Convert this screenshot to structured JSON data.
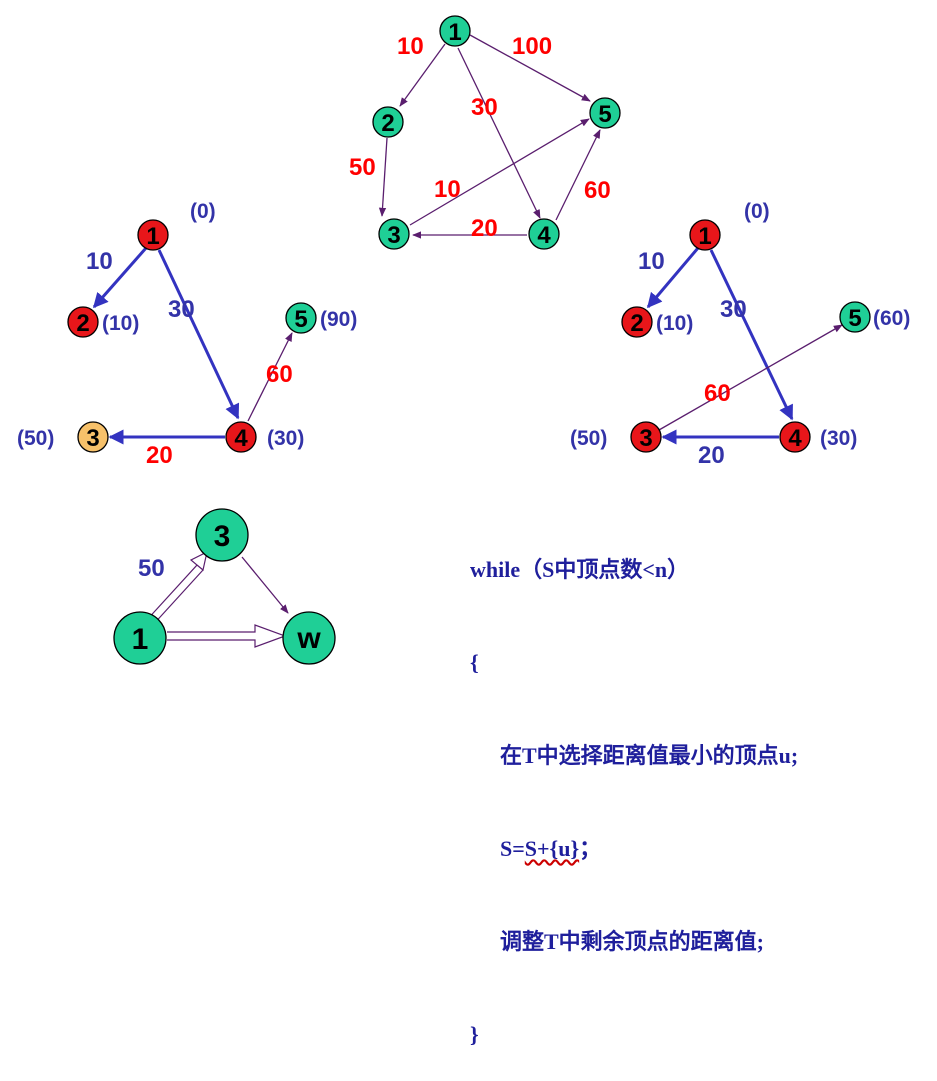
{
  "colors": {
    "green": "#1fcf96",
    "red": "#e8161a",
    "orange": "#f7c16a",
    "edge_thin": "#5a1e6e",
    "edge_blue": "#3333c0",
    "weight_red": "#ff0000",
    "weight_blue": "#3333a8"
  },
  "top_graph": {
    "nodes": [
      {
        "id": "1",
        "label": "1"
      },
      {
        "id": "2",
        "label": "2"
      },
      {
        "id": "3",
        "label": "3"
      },
      {
        "id": "4",
        "label": "4"
      },
      {
        "id": "5",
        "label": "5"
      }
    ],
    "weights": [
      {
        "edge": "1-2",
        "text": "10"
      },
      {
        "edge": "1-5",
        "text": "100"
      },
      {
        "edge": "1-4",
        "text": "30"
      },
      {
        "edge": "2-3",
        "text": "50"
      },
      {
        "edge": "3-5",
        "text": "10"
      },
      {
        "edge": "4-5",
        "text": "60"
      },
      {
        "edge": "4-3",
        "text": "20"
      }
    ]
  },
  "left_graph": {
    "nodes": [
      {
        "id": "1",
        "label": "1",
        "dist": "(0)"
      },
      {
        "id": "2",
        "label": "2",
        "dist": "(10)"
      },
      {
        "id": "4",
        "label": "4",
        "dist": "(30)"
      },
      {
        "id": "5",
        "label": "5",
        "dist": "(90)"
      },
      {
        "id": "3",
        "label": "3",
        "dist": "(50)"
      }
    ],
    "weights": [
      {
        "edge": "1-2",
        "text": "10"
      },
      {
        "edge": "1-4",
        "text": "30"
      },
      {
        "edge": "4-5",
        "text": "60"
      },
      {
        "edge": "4-3",
        "text": "20"
      }
    ]
  },
  "right_graph": {
    "nodes": [
      {
        "id": "1",
        "label": "1",
        "dist": "(0)"
      },
      {
        "id": "2",
        "label": "2",
        "dist": "(10)"
      },
      {
        "id": "4",
        "label": "4",
        "dist": "(30)"
      },
      {
        "id": "5",
        "label": "5",
        "dist": "(60)"
      },
      {
        "id": "3",
        "label": "3",
        "dist": "(50)"
      }
    ],
    "weights": [
      {
        "edge": "1-2",
        "text": "10"
      },
      {
        "edge": "1-4",
        "text": "30"
      },
      {
        "edge": "3-5",
        "text": "60"
      },
      {
        "edge": "4-3",
        "text": "20"
      }
    ]
  },
  "small_graph": {
    "nodes": [
      {
        "id": "1",
        "label": "1"
      },
      {
        "id": "3",
        "label": "3"
      },
      {
        "id": "w",
        "label": "w"
      }
    ],
    "weights": [
      {
        "edge": "1-3",
        "text": "50"
      }
    ]
  },
  "code": {
    "line1": "while（S中顶点数<n）",
    "line2": "{",
    "line3": "在T中选择距离值最小的顶点u;",
    "line4_pre": "S=",
    "line4_wavy": "S+{u}",
    "line4_post": "；",
    "line5": "调整T中剩余顶点的距离值;",
    "line6": "}"
  }
}
